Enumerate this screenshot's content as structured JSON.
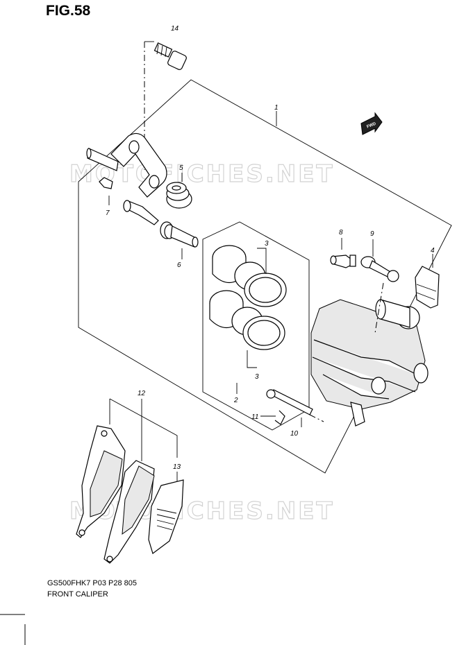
{
  "figure": {
    "title": "FIG.58",
    "model_code": "GS500FHK7 P03 P28 805",
    "caption": "FRONT CALIPER"
  },
  "watermark": {
    "text": "MOTOFICHES.NET"
  },
  "direction_badge": {
    "label": "FWD"
  },
  "callouts": [
    "1",
    "2",
    "3",
    "3",
    "4",
    "5",
    "6",
    "7",
    "8",
    "9",
    "10",
    "11",
    "12",
    "13",
    "14"
  ]
}
